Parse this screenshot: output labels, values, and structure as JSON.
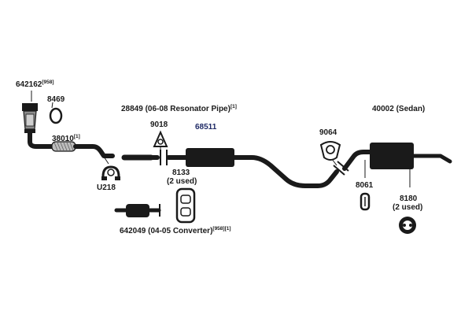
{
  "diagram": {
    "parts": [
      {
        "id": "642162",
        "label": "642162",
        "sup": "[958]"
      },
      {
        "id": "8469",
        "label": "8469",
        "sup": ""
      },
      {
        "id": "38010",
        "label": "38010",
        "sup": "[1]"
      },
      {
        "id": "U218",
        "label": "U218",
        "sup": ""
      },
      {
        "id": "28849",
        "label": "28849 (06-08 Resonator Pipe)",
        "sup": "[1]"
      },
      {
        "id": "9018",
        "label": "9018",
        "sup": ""
      },
      {
        "id": "68511",
        "label": "68511",
        "sup": ""
      },
      {
        "id": "8133",
        "label": "8133",
        "sup": "",
        "note": "(2 used)"
      },
      {
        "id": "642049",
        "label": "642049 (04-05 Converter)",
        "sup": "[958][1]"
      },
      {
        "id": "9064",
        "label": "9064",
        "sup": ""
      },
      {
        "id": "40002",
        "label": "40002 (Sedan)",
        "sup": ""
      },
      {
        "id": "8061",
        "label": "8061",
        "sup": ""
      },
      {
        "id": "8180",
        "label": "8180",
        "sup": "",
        "note": "(2 used)"
      }
    ]
  }
}
